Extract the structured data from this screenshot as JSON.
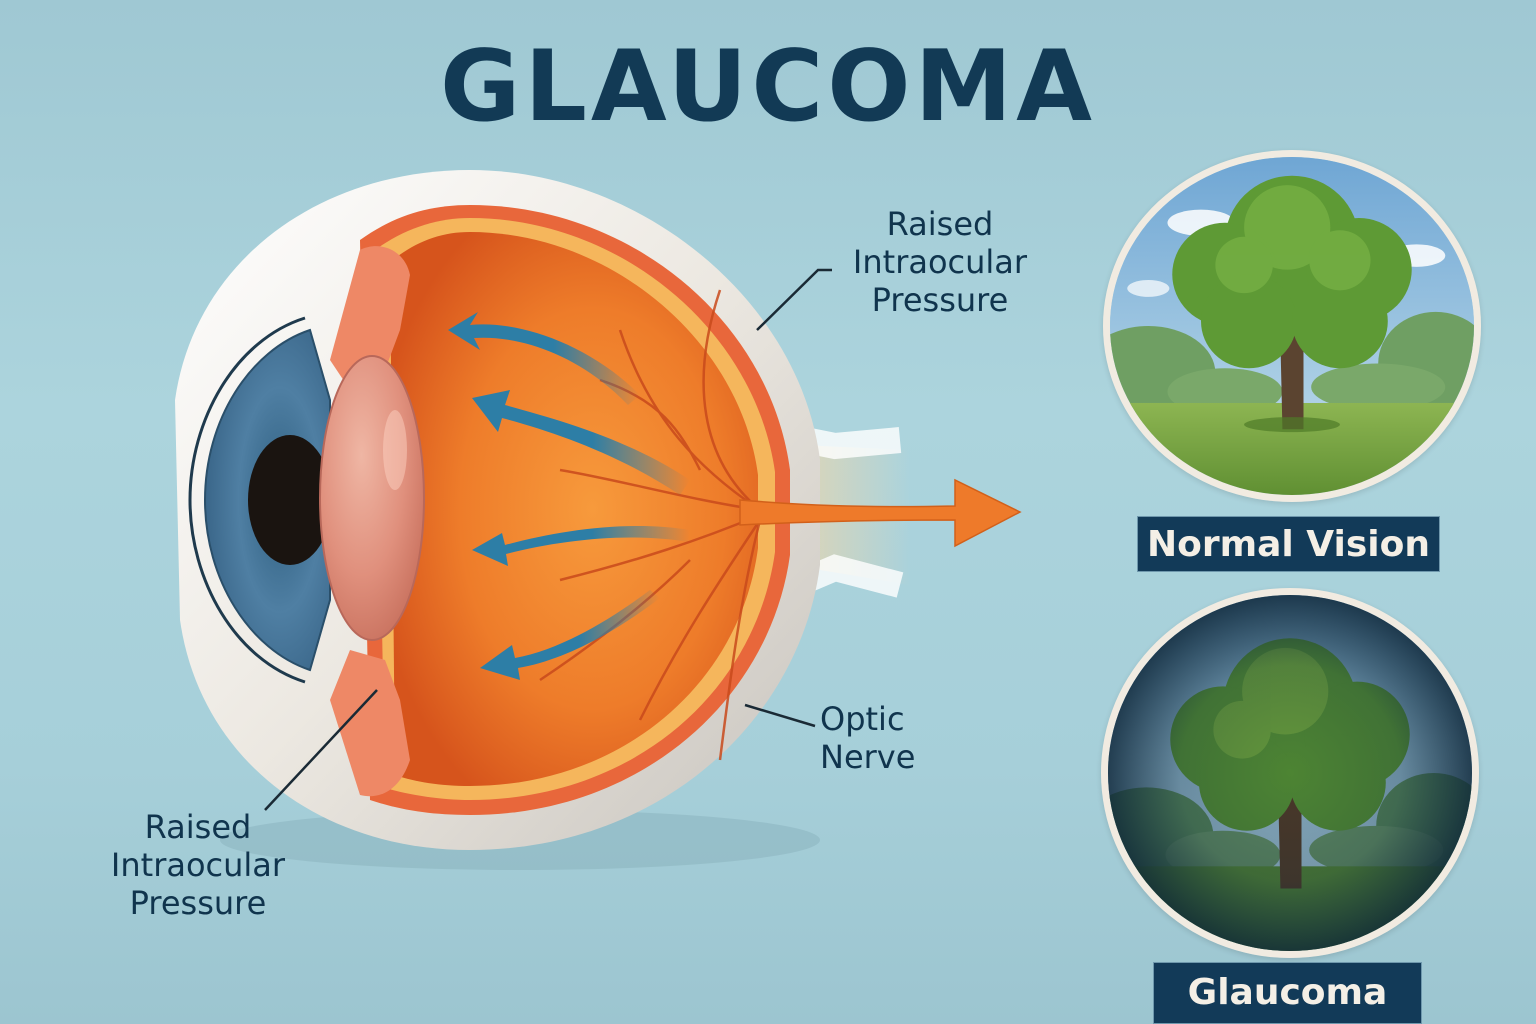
{
  "title": "GLAUCOMA",
  "colors": {
    "background": "#a8d0da",
    "title_text": "#123a55",
    "label_text": "#10344d",
    "caption_bg": "#123a58",
    "caption_text": "#f4efe6",
    "retina_orange": "#ef7a26",
    "flow_arrow_blue": "#2d7ea6",
    "optic_arrow_orange": "#ee7a2a",
    "circle_border": "#f1ebe1"
  },
  "diagram": {
    "subject": "eye cross-section",
    "labels": {
      "top_pressure": [
        "Raised",
        "Intraocular",
        "Pressure"
      ],
      "optic_nerve": [
        "Optic",
        "Nerve"
      ],
      "bottom_pressure": [
        "Raised",
        "Intraocular",
        "Pressure"
      ]
    },
    "structures": [
      "sclera",
      "cornea",
      "iris",
      "pupil",
      "lens",
      "ciliary body",
      "retina",
      "choroid",
      "optic nerve",
      "blood vessels"
    ],
    "flow_arrows": 4,
    "optic_nerve_arrow": "right-pointing orange arrow"
  },
  "comparison": {
    "normal": {
      "caption": "Normal Vision",
      "scene": "tree in a meadow, clear blue sky"
    },
    "glaucoma": {
      "caption": "Glaucoma",
      "scene": "same tree with dark peripheral vignette (tunnel vision)"
    }
  }
}
